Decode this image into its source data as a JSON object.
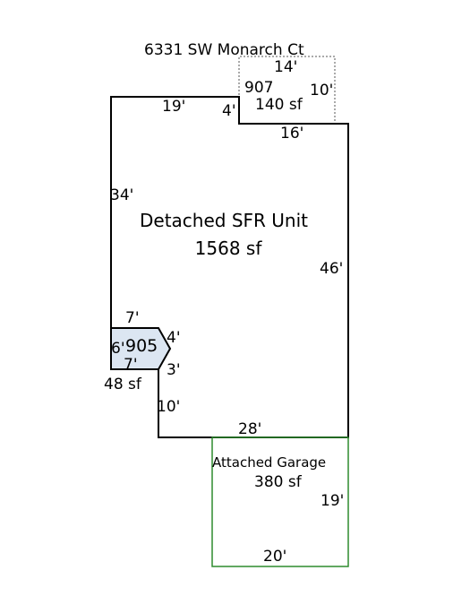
{
  "address": "6331 SW Monarch Ct",
  "colors": {
    "main_outline": "#000000",
    "garage_outline": "#2e8b2e",
    "porch_fill": "#dce6f2",
    "dotted_outline": "#555555",
    "background": "#ffffff"
  },
  "main_unit": {
    "name": "Detached SFR Unit",
    "area": "1568 sf",
    "dimensions": {
      "left": "34'",
      "top_left": "19'",
      "step": "4'",
      "top_right": "16'",
      "right": "46'",
      "bottom": "28'",
      "lower_left": "10'"
    }
  },
  "area_907": {
    "code": "907",
    "area": "140 sf",
    "dimensions": {
      "width": "14'",
      "depth": "10'"
    }
  },
  "area_905": {
    "code": "905",
    "area": "48 sf",
    "dimensions": {
      "top": "7'",
      "left": "6'",
      "bottom": "7'",
      "upper_right": "4'",
      "lower_right": "3'"
    }
  },
  "garage": {
    "name": "Attached Garage",
    "area": "380 sf",
    "dimensions": {
      "side": "19'",
      "bottom": "20'"
    }
  }
}
